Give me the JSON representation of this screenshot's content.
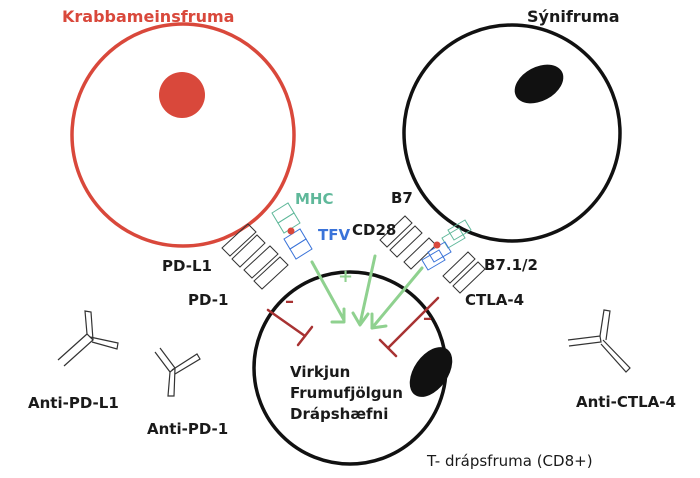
{
  "cells": {
    "cancer": "Krabbameinsfruma",
    "apc": "Sýnifruma",
    "tcell": "T- drápsfruma (CD8+)"
  },
  "molecules": {
    "mhc": "MHC",
    "tcr": "TFV",
    "b7": "B7",
    "cd28": "CD28",
    "b7_12": "B7.1/2",
    "pdl1": "PD-L1",
    "pd1": "PD-1",
    "ctla4": "CTLA-4"
  },
  "signals": {
    "plus": "+",
    "minus_left": "–",
    "minus_right": "–"
  },
  "outcomes": [
    "Virkjun",
    "Frumufjölgun",
    "Drápshæfni"
  ],
  "antibodies": {
    "anti_pdl1": "Anti-PD-L1",
    "anti_pd1": "Anti-PD-1",
    "anti_ctla4": "Anti-CTLA-4"
  },
  "colors": {
    "cancer": "#d9483b",
    "mhc": "#5fb89a",
    "tcr": "#3a73d9",
    "activation": "#8fd18f",
    "inhibition": "#a83232",
    "outline": "#111111"
  }
}
